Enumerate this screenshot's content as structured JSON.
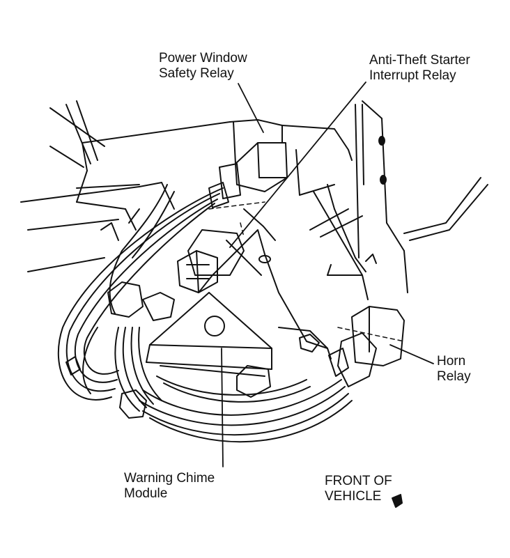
{
  "labels": {
    "power_window_relay": [
      "Power Window",
      "Safety Relay"
    ],
    "anti_theft_relay": [
      "Anti-Theft Starter",
      "Interrupt Relay"
    ],
    "horn_relay": [
      "Horn",
      "Relay"
    ],
    "warning_chime_module": [
      "Warning Chime",
      "Module"
    ],
    "front_of_vehicle": [
      "FRONT OF",
      "VEHICLE"
    ]
  },
  "colors": {
    "ink": "#111111",
    "paper": "#ffffff"
  },
  "icons": {
    "front_arrow": "filled-arrow-icon"
  }
}
